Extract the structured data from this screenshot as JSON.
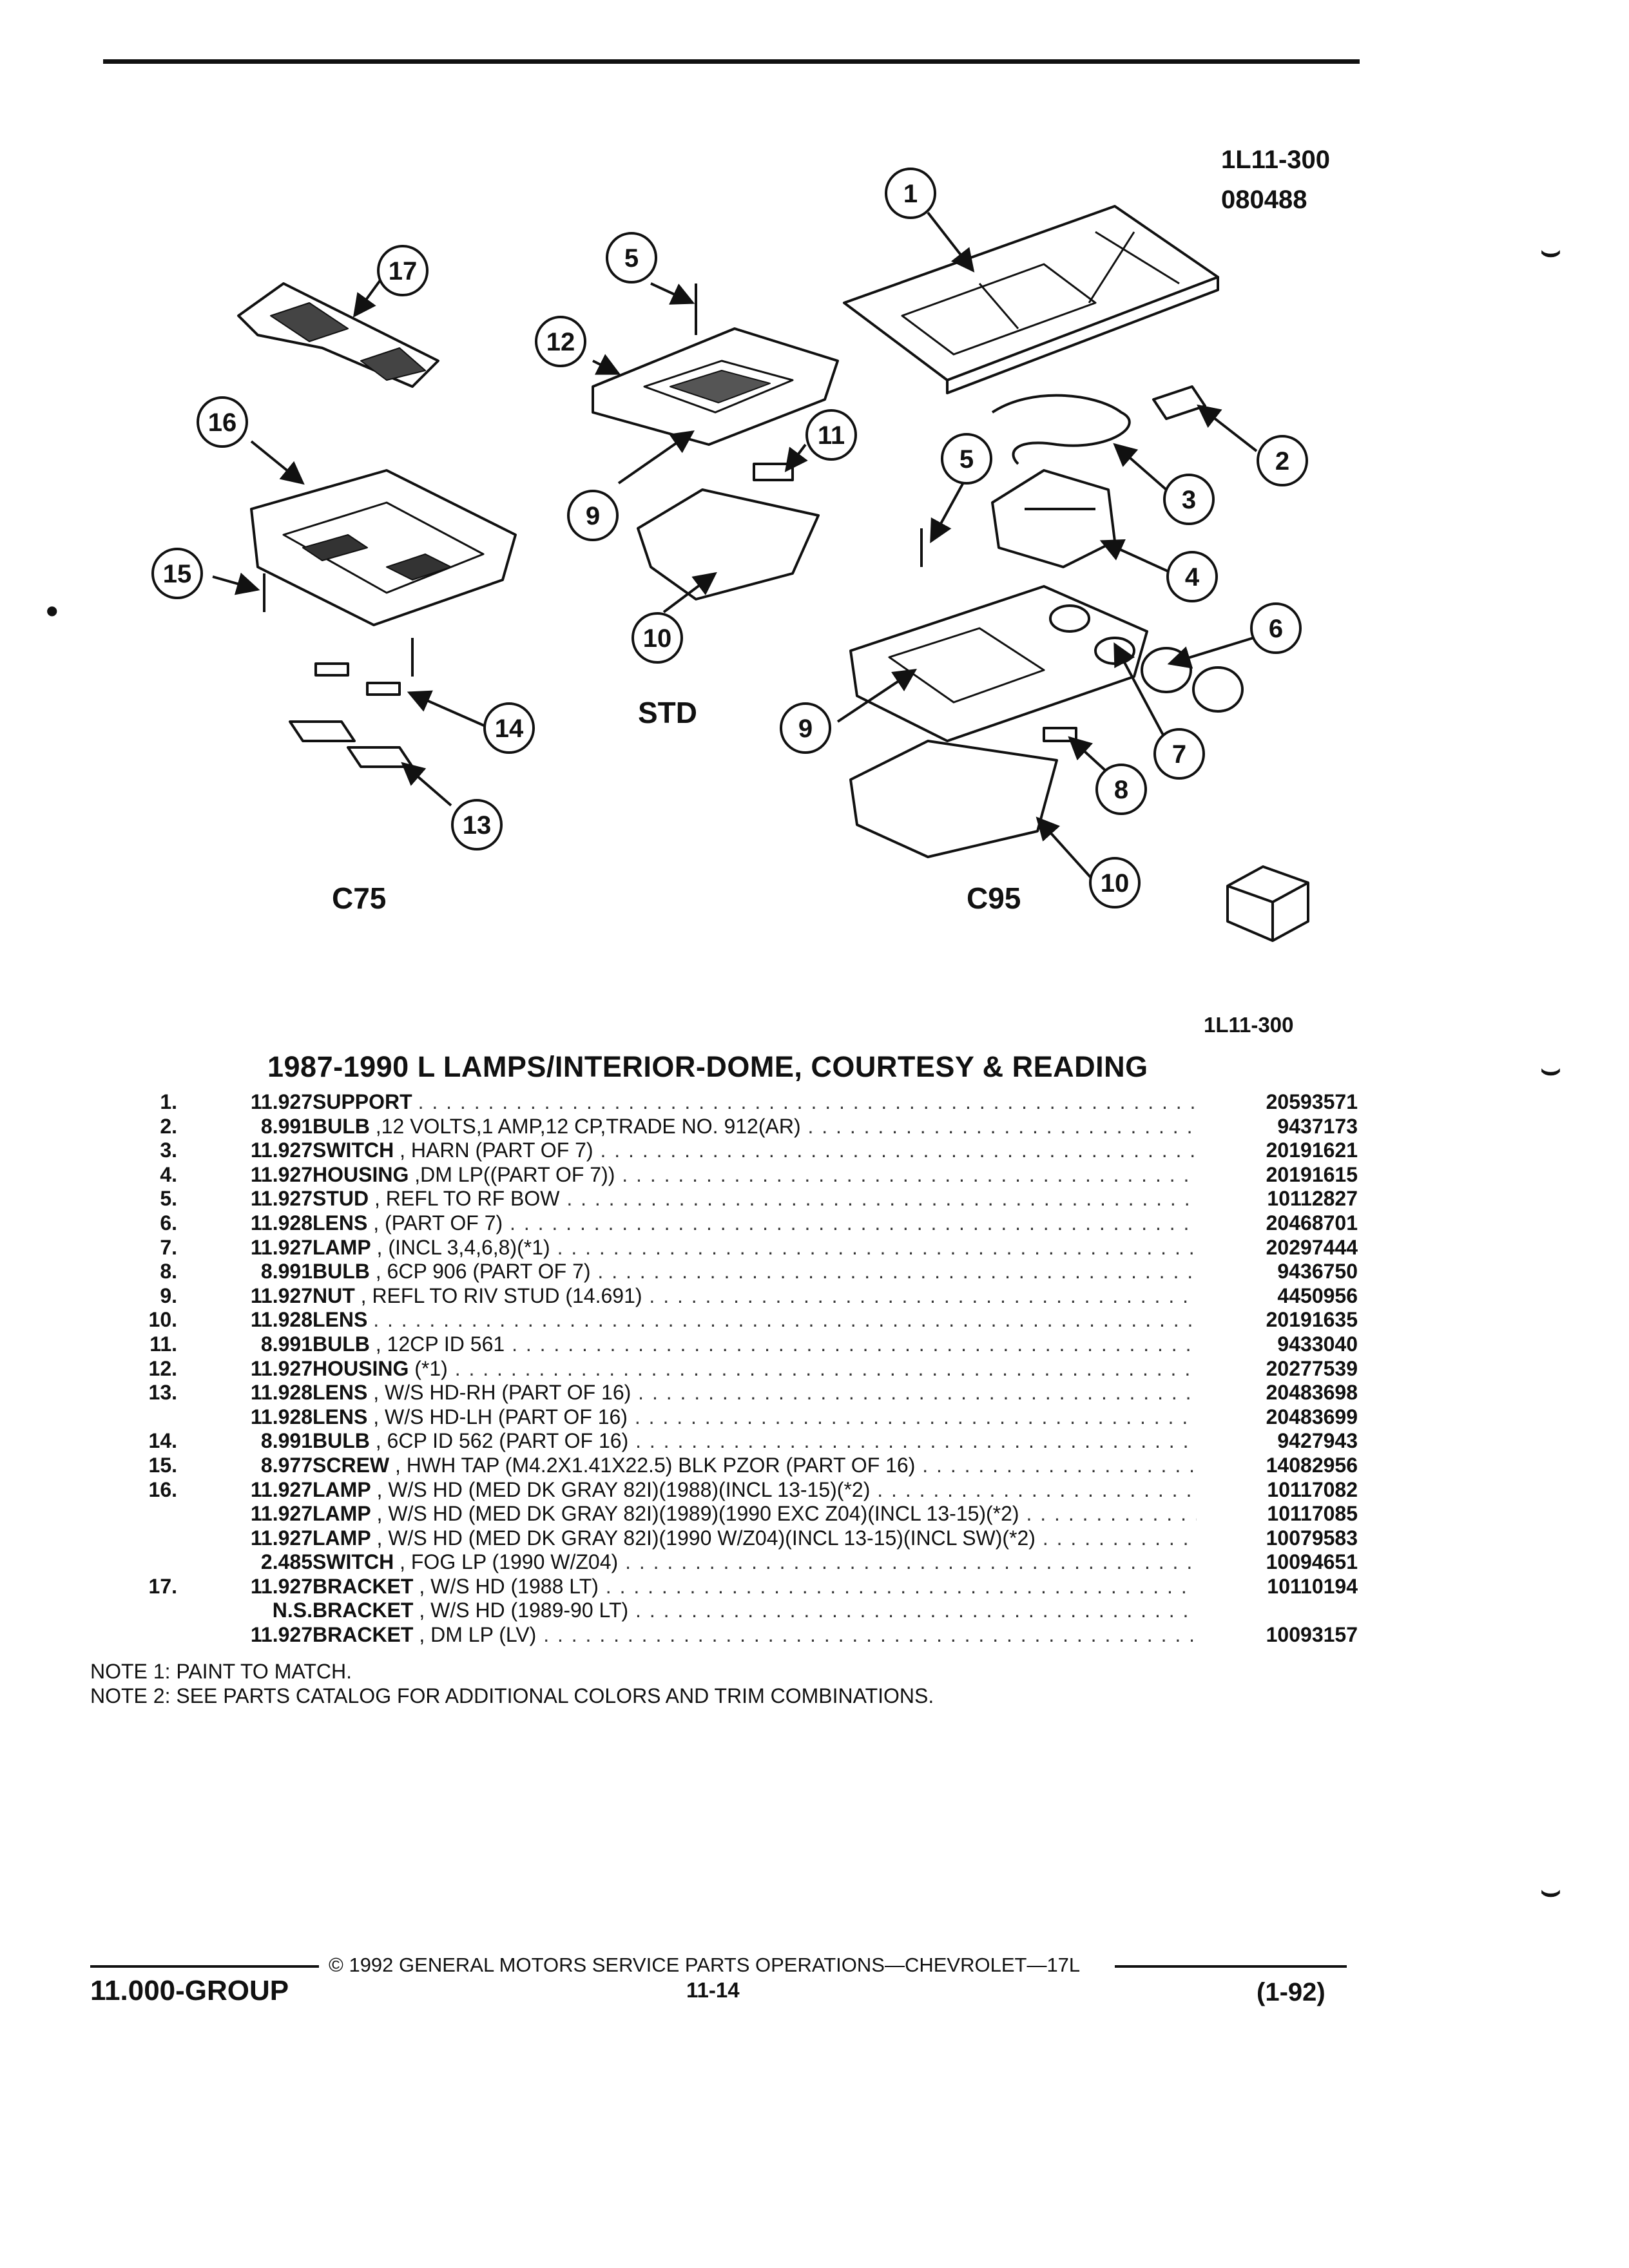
{
  "header": {
    "ref_code": "1L11-300",
    "ref_date": "080488"
  },
  "diagram": {
    "callouts": [
      "1",
      "2",
      "3",
      "4",
      "5",
      "5",
      "6",
      "7",
      "8",
      "9",
      "9",
      "10",
      "10",
      "11",
      "12",
      "13",
      "14",
      "15",
      "16",
      "17"
    ],
    "labels": {
      "std": "STD",
      "c75": "C75",
      "c95": "C95"
    }
  },
  "page_ref": "1L11-300",
  "title": "1987-1990 L LAMPS/INTERIOR-DOME, COURTESY & READING",
  "parts": [
    {
      "no": "1.",
      "grp": "11.927",
      "name": "SUPPORT",
      "spec": "",
      "pn": "20593571"
    },
    {
      "no": "2.",
      "grp": "8.991",
      "name": "BULB",
      "spec": ",12 VOLTS,1 AMP,12 CP,TRADE NO. 912(AR)",
      "pn": "9437173"
    },
    {
      "no": "3.",
      "grp": "11.927",
      "name": "SWITCH",
      "spec": ", HARN (PART OF 7)",
      "pn": "20191621"
    },
    {
      "no": "4.",
      "grp": "11.927",
      "name": "HOUSING",
      "spec": ",DM LP((PART OF 7))",
      "pn": "20191615"
    },
    {
      "no": "5.",
      "grp": "11.927",
      "name": "STUD",
      "spec": ", REFL TO RF BOW",
      "pn": "10112827"
    },
    {
      "no": "6.",
      "grp": "11.928",
      "name": "LENS",
      "spec": ", (PART OF 7)",
      "pn": "20468701"
    },
    {
      "no": "7.",
      "grp": "11.927",
      "name": "LAMP",
      "spec": ", (INCL 3,4,6,8)(*1)",
      "pn": "20297444"
    },
    {
      "no": "8.",
      "grp": "8.991",
      "name": "BULB",
      "spec": ", 6CP 906 (PART OF 7)",
      "pn": "9436750"
    },
    {
      "no": "9.",
      "grp": "11.927",
      "name": "NUT",
      "spec": ", REFL TO RIV STUD (14.691)",
      "pn": "4450956"
    },
    {
      "no": "10.",
      "grp": "11.928",
      "name": "LENS",
      "spec": "",
      "pn": "20191635"
    },
    {
      "no": "11.",
      "grp": "8.991",
      "name": "BULB",
      "spec": ", 12CP ID 561",
      "pn": "9433040"
    },
    {
      "no": "12.",
      "grp": "11.927",
      "name": "HOUSING",
      "spec": "(*1)",
      "pn": "20277539"
    },
    {
      "no": "13.",
      "grp": "11.928",
      "name": "LENS",
      "spec": ", W/S HD-RH (PART OF 16)",
      "pn": "20483698"
    },
    {
      "no": "",
      "grp": "11.928",
      "name": "LENS",
      "spec": ", W/S HD-LH (PART OF 16)",
      "pn": "20483699"
    },
    {
      "no": "14.",
      "grp": "8.991",
      "name": "BULB",
      "spec": ", 6CP ID 562 (PART OF 16)",
      "pn": "9427943"
    },
    {
      "no": "15.",
      "grp": "8.977",
      "name": "SCREW",
      "spec": ", HWH TAP (M4.2X1.41X22.5) BLK PZOR (PART OF 16)",
      "pn": "14082956"
    },
    {
      "no": "16.",
      "grp": "11.927",
      "name": "LAMP",
      "spec": ", W/S HD (MED DK GRAY 82I)(1988)(INCL 13-15)(*2)",
      "pn": "10117082"
    },
    {
      "no": "",
      "grp": "11.927",
      "name": "LAMP",
      "spec": ", W/S HD (MED DK GRAY 82I)(1989)(1990 EXC Z04)(INCL 13-15)(*2)",
      "pn": "10117085"
    },
    {
      "no": "",
      "grp": "11.927",
      "name": "LAMP",
      "spec": ", W/S HD (MED DK GRAY 82I)(1990 W/Z04)(INCL 13-15)(INCL SW)(*2)",
      "pn": "10079583"
    },
    {
      "no": "",
      "grp": "2.485",
      "name": "SWITCH",
      "spec": ", FOG LP (1990 W/Z04)",
      "pn": "10094651"
    },
    {
      "no": "17.",
      "grp": "11.927",
      "name": "BRACKET",
      "spec": ", W/S HD (1988 LT)",
      "pn": "10110194"
    },
    {
      "no": "",
      "grp": "N.S.",
      "name": "BRACKET",
      "spec": ", W/S HD (1989-90 LT)",
      "pn": ""
    },
    {
      "no": "",
      "grp": "11.927",
      "name": "BRACKET",
      "spec": ", DM LP (LV)",
      "pn": "10093157"
    }
  ],
  "notes": [
    "NOTE  1:  PAINT TO MATCH.",
    "NOTE  2:  SEE PARTS CATALOG FOR ADDITIONAL COLORS AND TRIM COMBINATIONS."
  ],
  "footer": {
    "copyright": "© 1992 GENERAL MOTORS SERVICE PARTS OPERATIONS—CHEVROLET—17L",
    "group": "11.000-GROUP",
    "page": "11-14",
    "date": "(1-92)"
  }
}
